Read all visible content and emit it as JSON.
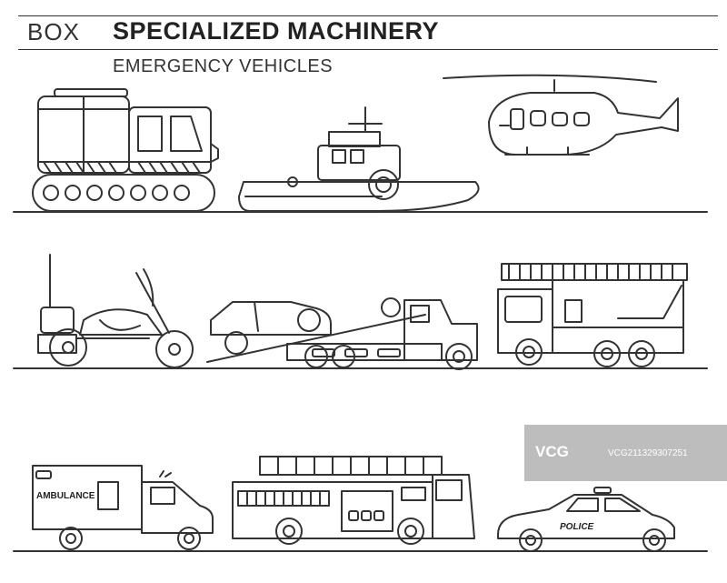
{
  "header": {
    "brand": "BOX",
    "title": "SPECIALIZED MACHINERY",
    "subtitle": "EMERGENCY VEHICLES"
  },
  "labels": {
    "ambulance": "AMBULANCE",
    "police": "POLICE"
  },
  "watermark": {
    "logo": "VCG",
    "id": "VCG211329307251"
  },
  "icons": [
    "snowcat-icon",
    "rescue-boat-icon",
    "helicopter-icon",
    "motorcycle-icon",
    "tow-truck-icon",
    "ladder-truck-icon",
    "ambulance-icon",
    "fire-engine-icon",
    "police-car-icon"
  ],
  "colors": {
    "line": "#333333",
    "watermark": "#bdbdbd"
  }
}
